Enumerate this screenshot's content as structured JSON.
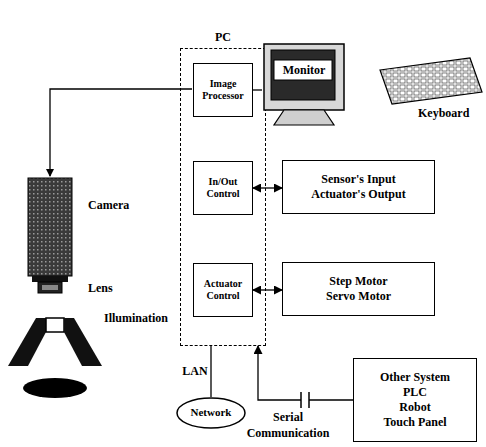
{
  "diagram": {
    "nodes": [
      {
        "text": [
          "PC"
        ]
      },
      {
        "text": [
          "Image Processor"
        ],
        "in": 0
      },
      {
        "text": [
          "In/Out Control"
        ],
        "in": 0
      },
      {
        "text": [
          "Actuator Control"
        ],
        "in": 0
      },
      {
        "text": [
          "Monitor"
        ]
      },
      {
        "text": [
          "Sensor's Input",
          "Actuator's Output"
        ]
      },
      {
        "text": [
          "Step Motor",
          "Servo Motor"
        ]
      },
      {
        "text": [
          "Other System",
          "PLC",
          "Robot",
          "Touch Panel"
        ]
      },
      {
        "text": [
          "Network"
        ]
      }
    ],
    "edges": [
      {
        "from": 1,
        "to": 4,
        "arrow": "none"
      },
      {
        "from": 2,
        "to": 5,
        "arrow": "both"
      },
      {
        "from": 3,
        "to": 6,
        "arrow": "both"
      },
      {
        "from": 0,
        "to": 8,
        "label": "LAN",
        "arrow": "none"
      },
      {
        "from": 7,
        "to": 0,
        "label": "Serial Communication",
        "arrow": "to"
      }
    ],
    "labels": [
      "Keyboard",
      "Camera",
      "Lens",
      "Illumination"
    ]
  }
}
